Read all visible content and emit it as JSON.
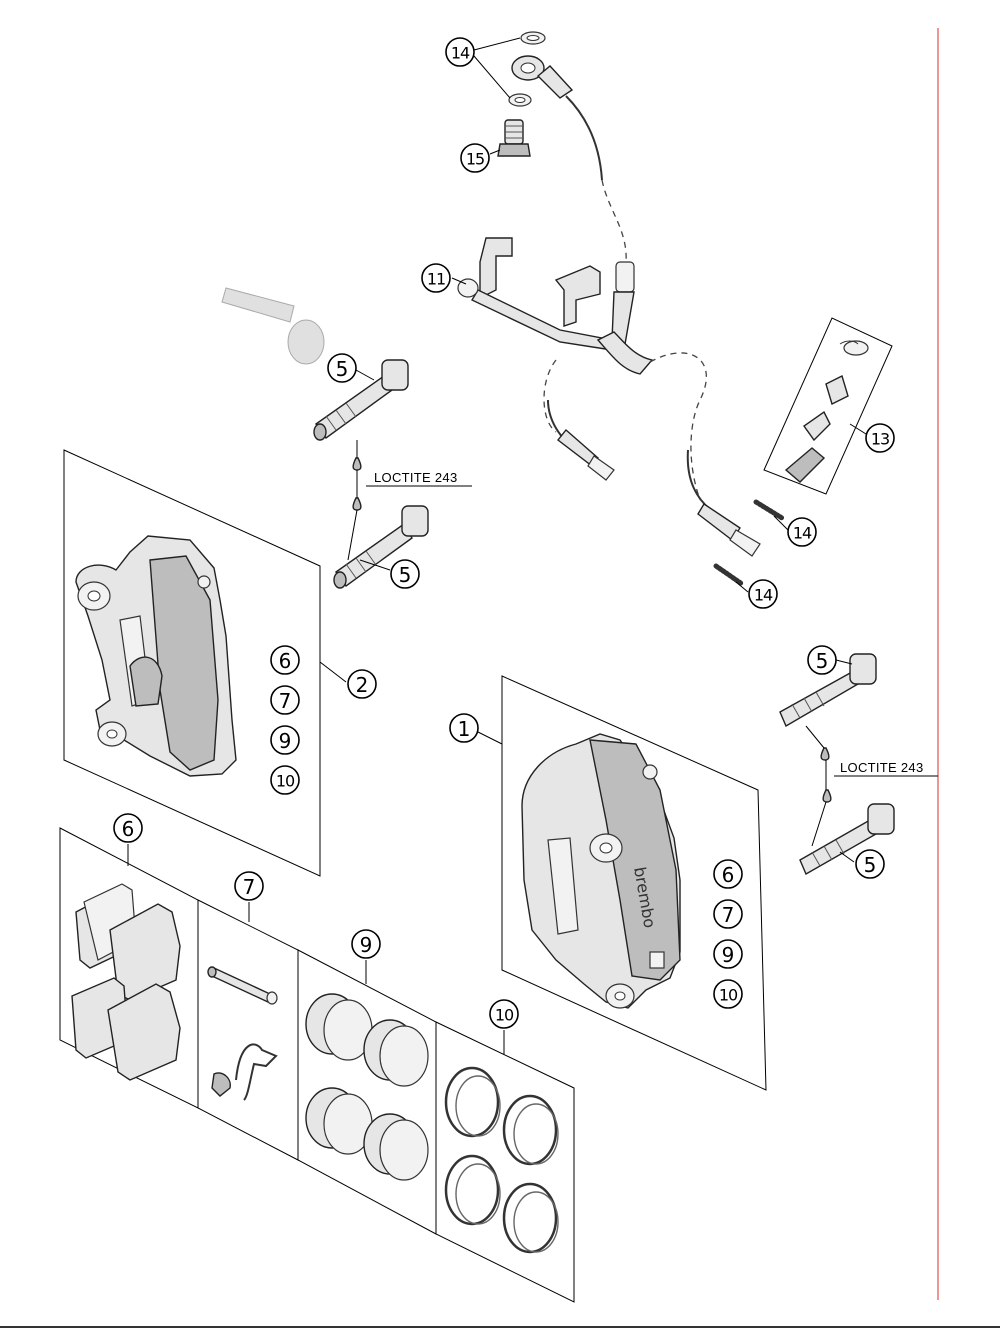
{
  "diagram": {
    "type": "exploded parts diagram",
    "callouts": {
      "c14a": "14",
      "c15": "15",
      "c11": "11",
      "c5a": "5",
      "c5b": "5",
      "c13": "13",
      "c14b": "14",
      "c14c": "14",
      "c2": "2",
      "c6a": "6",
      "c7a": "7",
      "c9a": "9",
      "c10a": "10",
      "c1": "1",
      "c5c": "5",
      "c5d": "5",
      "c6b": "6",
      "c7b": "7",
      "c9b": "9",
      "c10b": "10",
      "c6c": "6",
      "c7c": "7",
      "c9c": "9",
      "c10c": "10"
    },
    "labels": {
      "loctite_left": "LOCTITE 243",
      "loctite_right": "LOCTITE 243",
      "brand": "brembo"
    },
    "colors": {
      "line": "#000000",
      "part_fill": "#e6e6e6",
      "red_margin": "#e05050"
    }
  }
}
